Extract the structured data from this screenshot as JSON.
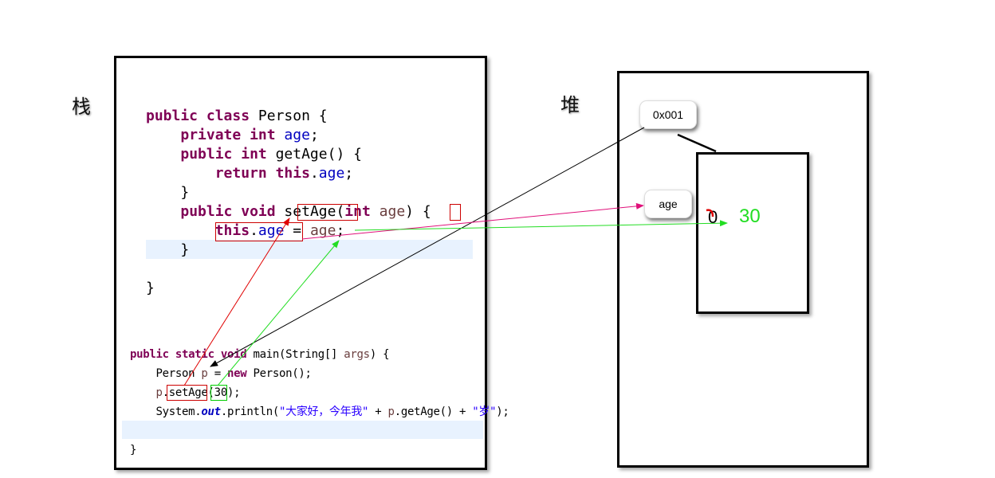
{
  "labels": {
    "stack": "栈",
    "heap": "堆"
  },
  "person_class": {
    "lines": [
      [
        {
          "t": "public",
          "c": "kw"
        },
        {
          "t": " "
        },
        {
          "t": "class",
          "c": "kw"
        },
        {
          "t": " Person {"
        }
      ],
      [
        {
          "t": "    "
        },
        {
          "t": "private",
          "c": "kw"
        },
        {
          "t": " "
        },
        {
          "t": "int",
          "c": "kw"
        },
        {
          "t": " "
        },
        {
          "t": "age",
          "c": "fld"
        },
        {
          "t": ";"
        }
      ],
      [
        {
          "t": "    "
        },
        {
          "t": "public",
          "c": "kw"
        },
        {
          "t": " "
        },
        {
          "t": "int",
          "c": "kw"
        },
        {
          "t": " getAge() {"
        }
      ],
      [
        {
          "t": "        "
        },
        {
          "t": "return",
          "c": "kw"
        },
        {
          "t": " "
        },
        {
          "t": "this",
          "c": "kw"
        },
        {
          "t": "."
        },
        {
          "t": "age",
          "c": "fld"
        },
        {
          "t": ";"
        }
      ],
      [
        {
          "t": "    }"
        }
      ],
      [
        {
          "t": "    "
        },
        {
          "t": "public",
          "c": "kw"
        },
        {
          "t": " "
        },
        {
          "t": "void",
          "c": "kw"
        },
        {
          "t": " setAge("
        },
        {
          "t": "int",
          "c": "kw"
        },
        {
          "t": " "
        },
        {
          "t": "age",
          "c": "par"
        },
        {
          "t": ") {"
        }
      ],
      [
        {
          "t": "        "
        },
        {
          "t": "this",
          "c": "kw"
        },
        {
          "t": "."
        },
        {
          "t": "age",
          "c": "fld"
        },
        {
          "t": " = "
        },
        {
          "t": "age",
          "c": "par"
        },
        {
          "t": ";"
        }
      ],
      [
        {
          "t": "    }"
        }
      ],
      [
        {
          "t": ""
        }
      ],
      [
        {
          "t": "}"
        }
      ]
    ]
  },
  "main_method": {
    "lines": [
      [
        {
          "t": "public",
          "c": "kw"
        },
        {
          "t": " "
        },
        {
          "t": "static",
          "c": "kw"
        },
        {
          "t": " "
        },
        {
          "t": "void",
          "c": "kw"
        },
        {
          "t": " main(String[] "
        },
        {
          "t": "args",
          "c": "par"
        },
        {
          "t": ") {"
        }
      ],
      [
        {
          "t": "    Person "
        },
        {
          "t": "p",
          "c": "par"
        },
        {
          "t": " = "
        },
        {
          "t": "new",
          "c": "kw"
        },
        {
          "t": " Person();"
        }
      ],
      [
        {
          "t": "    "
        },
        {
          "t": "p",
          "c": "par"
        },
        {
          "t": ".setAge(30);"
        }
      ],
      [
        {
          "t": "    System."
        },
        {
          "t": "out",
          "c": "ital"
        },
        {
          "t": ".println("
        },
        {
          "t": "\"大家好，今年我\"",
          "c": "str"
        },
        {
          "t": " + "
        },
        {
          "t": "p",
          "c": "par"
        },
        {
          "t": ".getAge() + "
        },
        {
          "t": "\"岁\"",
          "c": "str"
        },
        {
          "t": ");"
        }
      ],
      [
        {
          "t": ""
        }
      ],
      [
        {
          "t": "}"
        }
      ]
    ]
  },
  "heap": {
    "address": "0x001",
    "field_name": "age",
    "old_value": "0",
    "new_value": "30"
  }
}
